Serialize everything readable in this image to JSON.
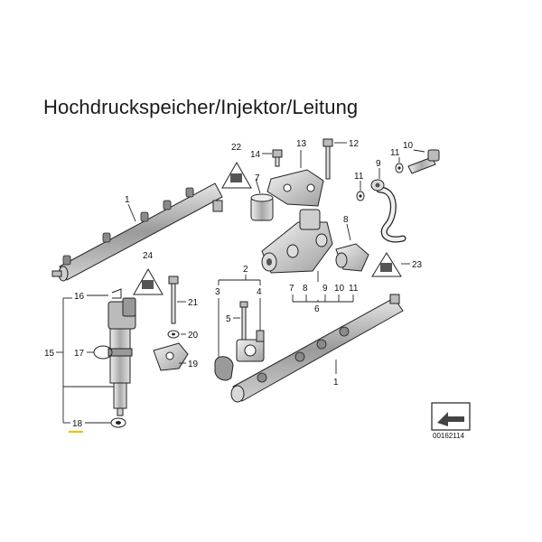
{
  "title": "Hochdruckspeicher/Injektor/Leitung",
  "diagram_code": "00162114",
  "highlight_color": "#e8c200",
  "labels": {
    "l1a": "1",
    "l1b": "1",
    "l2": "2",
    "l3": "3",
    "l4": "4",
    "l5": "5",
    "l6": "6",
    "l7a": "7",
    "l7b": "7",
    "l8a": "8",
    "l8b": "8",
    "l9a": "9",
    "l9b": "9",
    "l10a": "10",
    "l10b": "10",
    "l11a": "11",
    "l11b": "11",
    "l11c": "11",
    "l12": "12",
    "l13": "13",
    "l14": "14",
    "l15": "15",
    "l16": "16",
    "l17": "17",
    "l18": "18",
    "l19": "19",
    "l20": "20",
    "l21": "21",
    "l22": "22",
    "l23": "23",
    "l24": "24"
  }
}
